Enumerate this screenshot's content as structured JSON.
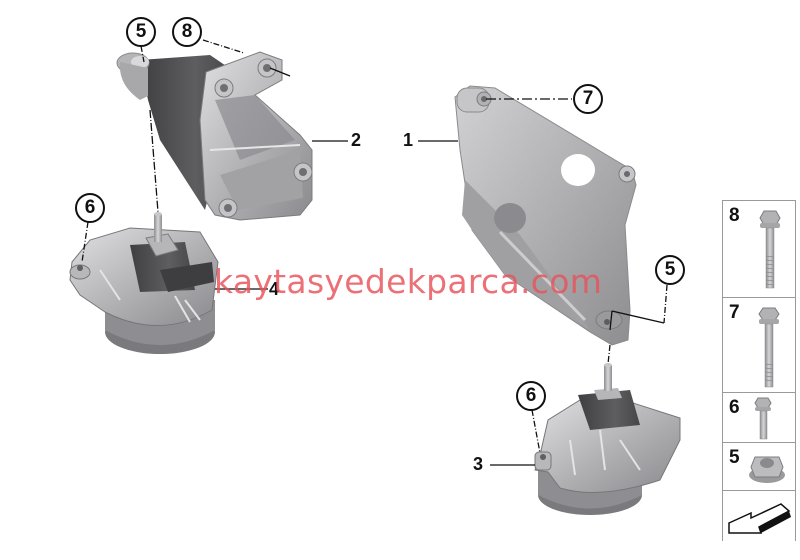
{
  "diagram": {
    "title": "Engine mount parts diagram",
    "watermark": "kaytasyedekparca.com",
    "colors": {
      "metal_light": "#c9c9cb",
      "metal_mid": "#a5a5a8",
      "metal_dark": "#7c7c80",
      "rubber": "#4a4a4d",
      "watermark": "#e8525a",
      "lines": "#111111"
    },
    "part_labels": [
      {
        "id": "1",
        "text": "1",
        "part": "Engine supporting bracket (right)"
      },
      {
        "id": "2",
        "text": "2",
        "part": "Engine supporting bracket (left)"
      },
      {
        "id": "3",
        "text": "3",
        "part": "Engine mount (right)"
      },
      {
        "id": "4",
        "text": "4",
        "part": "Engine mount (left)"
      }
    ],
    "callouts": [
      {
        "id": "5a",
        "text": "5"
      },
      {
        "id": "8a",
        "text": "8"
      },
      {
        "id": "7a",
        "text": "7"
      },
      {
        "id": "6a",
        "text": "6"
      },
      {
        "id": "5b",
        "text": "5"
      },
      {
        "id": "6b",
        "text": "6"
      }
    ],
    "hardware_panel": [
      {
        "num": "8",
        "item": "Hex bolt with flange (long, partially threaded)"
      },
      {
        "num": "7",
        "item": "Hex bolt with flange (long)"
      },
      {
        "num": "6",
        "item": "Hex bolt with flange (short)"
      },
      {
        "num": "5",
        "item": "Hex nut with flange"
      },
      {
        "num": "",
        "item": "Arrow / direction indicator"
      }
    ]
  }
}
